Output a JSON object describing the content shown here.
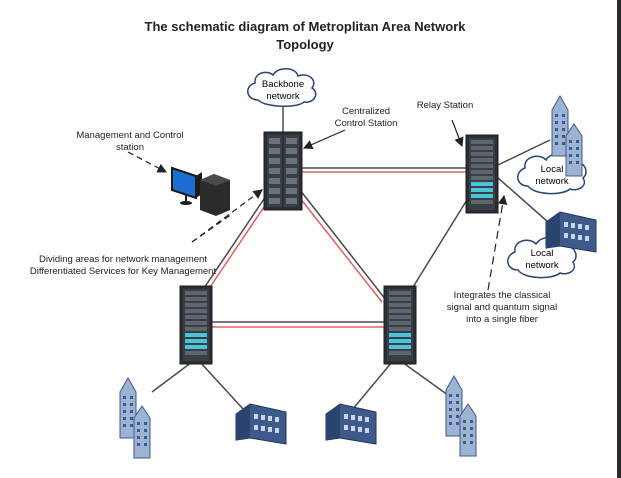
{
  "title_line1": "The schematic diagram of Metroplitan Area Network",
  "title_line2": "Topology",
  "labels": {
    "backbone_l1": "Backbone",
    "backbone_l2": "network",
    "centralized_l1": "Centralized",
    "centralized_l2": "Control Station",
    "relay": "Relay Station",
    "mgmt_l1": "Management and Control",
    "mgmt_l2": "station",
    "local1_l1": "Local",
    "local1_l2": "network",
    "local2_l1": "Local",
    "local2_l2": "network",
    "dividing_l1": "Dividing areas for network management",
    "dividing_l2": "Differentiated Services for Key Management",
    "integrates_l1": "Integrates the classical",
    "integrates_l2": "signal and quantum signal",
    "integrates_l3": "into a single fiber"
  },
  "colors": {
    "link_dark": "#4a4a4a",
    "link_red": "#e06060",
    "server": "#2f3338",
    "building": "#3d5a8a",
    "monitor": "#1a6fd1"
  }
}
